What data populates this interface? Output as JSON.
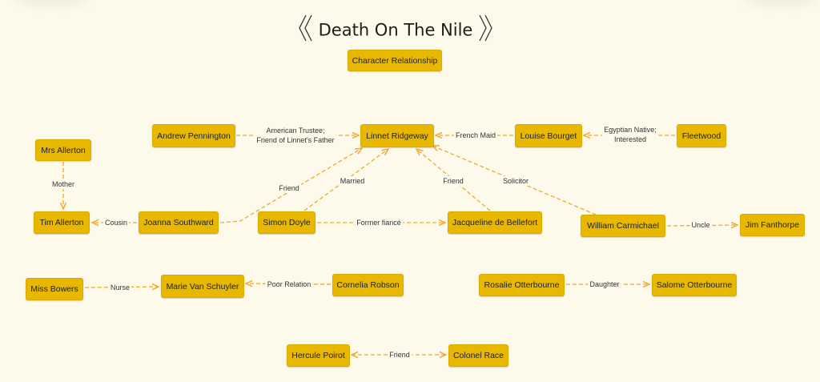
{
  "title": "Death On The Nile",
  "subtitle": "Character Relationship",
  "colors": {
    "node": "#e8b800",
    "edge": "#f0a830",
    "background": "#fdfaec"
  },
  "nodes": {
    "linnet": "Linnet Ridgeway",
    "andrew": "Andrew Pennington",
    "louise": "Louise Bourget",
    "fleetwood": "Fleetwood",
    "mrs_allerton": "Mrs Allerton",
    "tim": "Tim Allerton",
    "joanna": "Joanna Southward",
    "simon": "Simon Doyle",
    "jacqueline": "Jacqueline de Bellefort",
    "william": "William Carmichael",
    "jim": "Jim Fanthorpe",
    "miss_bowers": "Miss Bowers",
    "marie": "Marie Van Schuyler",
    "cornelia": "Cornelia Robson",
    "rosalie": "Rosalie Otterbourne",
    "salome": "Salome Otterbourne",
    "poirot": "Hercule Poirot",
    "race": "Colonel Race"
  },
  "edges": [
    {
      "from": "andrew",
      "to": "linnet",
      "label": "American Trustee;\nFriend of Linnet's Father"
    },
    {
      "from": "louise",
      "to": "linnet",
      "label": "French Maid"
    },
    {
      "from": "fleetwood",
      "to": "louise",
      "label": "Egyptian Native;\nInterested"
    },
    {
      "from": "mrs_allerton",
      "to": "tim",
      "label": "Mother"
    },
    {
      "from": "joanna",
      "to": "tim",
      "label": "Cousin"
    },
    {
      "from": "joanna",
      "to": "linnet",
      "label": "Friend"
    },
    {
      "from": "simon",
      "to": "linnet",
      "label": "Married"
    },
    {
      "from": "simon",
      "to": "jacqueline",
      "label": "Former fiancé"
    },
    {
      "from": "jacqueline",
      "to": "linnet",
      "label": "Friend"
    },
    {
      "from": "william",
      "to": "linnet",
      "label": "Solicitor"
    },
    {
      "from": "william",
      "to": "jim",
      "label": "Uncle"
    },
    {
      "from": "miss_bowers",
      "to": "marie",
      "label": "Nurse"
    },
    {
      "from": "cornelia",
      "to": "marie",
      "label": "Poor Relation"
    },
    {
      "from": "rosalie",
      "to": "salome",
      "label": "Daughter"
    },
    {
      "from": "poirot",
      "to": "race",
      "label": "Friend",
      "both": true
    }
  ]
}
